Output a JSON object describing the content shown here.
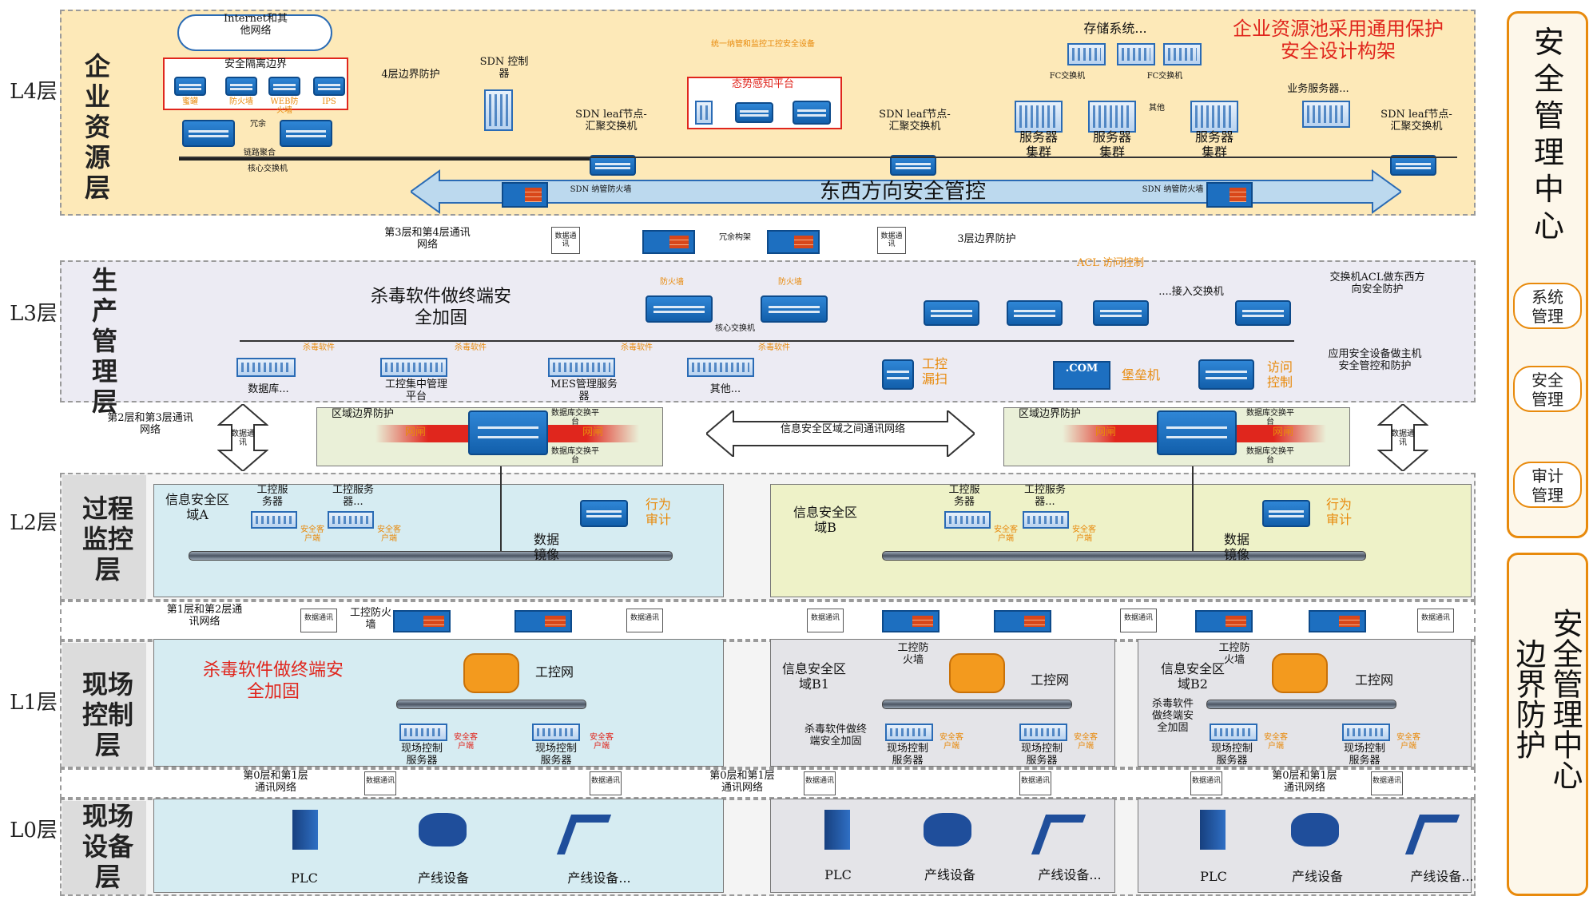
{
  "title_partial": "",
  "colors": {
    "l4_bg": "#fde9b8",
    "l3_bg": "#ecebf3",
    "l2_a_bg": "#d6ecf2",
    "l2_b_bg": "#eef2c8",
    "l1_bg": "#d6ecf2",
    "accent_red": "#e0261d",
    "accent_orange": "#e88a0c",
    "device_blue": "#1d6fc0"
  },
  "layers": {
    "l4": {
      "id": "L4层",
      "name": "企业资源层"
    },
    "l3": {
      "id": "L3层",
      "name": "生产管理层"
    },
    "l2": {
      "id": "L2层",
      "name": "过程监控层"
    },
    "l1": {
      "id": "L1层",
      "name": "现场控制层"
    },
    "l0": {
      "id": "L0层",
      "name": "现场设备层"
    }
  },
  "l4": {
    "internet": "Internet和其他网络",
    "isolation_title": "安全隔离边界",
    "isolation_items": [
      "蜜罐",
      "防火墙",
      "WEB防火墙",
      "IPS"
    ],
    "boundary4": "4层边界防护",
    "redundant": "冗余",
    "link_agg": "链路聚合",
    "core_switch": "核心交换机",
    "sdn_controller": "SDN 控制器",
    "sdn_leaf_1": "SDN leaf节点-汇聚交换机",
    "sdn_leaf_2": "SDN leaf节点-汇聚交换机",
    "sdn_leaf_3": "SDN leaf节点-汇聚交换机",
    "unified": "统一纳管和监控工控安全设备",
    "situation": "态势感知平台",
    "storage": "存储系统...",
    "fc1": "FC交换机",
    "fc2": "FC交换机",
    "other": "其他",
    "cluster1": "服务器集群",
    "cluster2": "服务器集群",
    "cluster3": "服务器集群",
    "biz_server": "业务服务器...",
    "red_note": "企业资源池采用通用保护安全设计构架",
    "ew_control": "东西方向安全管控",
    "sdn_fw1": "SDN 纳管防火墙",
    "sdn_fw2": "SDN 纳管防火墙"
  },
  "l34": {
    "net_label": "第3层和第4层通讯网络",
    "data_comm": "数据通讯",
    "redundant_arch": "冗余构架",
    "boundary3": "3层边界防护"
  },
  "l3": {
    "av": "杀毒软件做终端安全加固",
    "acl": "ACL 访问控制",
    "fw1": "防火墙",
    "fw2": "防火墙",
    "core": "核心交换机",
    "access_sw": "....接入交换机",
    "acl_note": "交换机ACL做东西方向安全防护",
    "app_note": "应用安全设备做主机安全管控和防护",
    "servers": [
      "数据库...",
      "工控集中管理平台",
      "MES管理服务器",
      "其他..."
    ],
    "av_soft": "杀毒软件",
    "scan": "工控漏扫",
    "bastion": "堡垒机",
    "bastion_com": ".COM",
    "access_ctrl": "访问控制"
  },
  "l23": {
    "net_label": "第2层和第3层通讯网络",
    "region_a": "区域边界防护",
    "region_b": "区域边界防护",
    "gateway": "网闸",
    "db_exchange": "数据库交换平台",
    "between": "信息安全区域之间通讯网络"
  },
  "l2": {
    "zone_a": "信息安全区域A",
    "zone_b": "信息安全区域B",
    "ctrl_server": "工控服务器",
    "ctrl_server2": "工控服务器...",
    "sec_client": "安全客户端",
    "audit": "行为审计",
    "mirror": "数据镜像"
  },
  "l12": {
    "net_label": "第1层和第2层通讯网络",
    "ctrl_fw": "工控防火墙"
  },
  "l1": {
    "av": "杀毒软件做终端安全加固",
    "ics_net": "工控网",
    "zone_b1": "信息安全区域B1",
    "zone_b2": "信息安全区域B2",
    "av_b1": "杀毒软件做终端安全加固",
    "av_b2": "杀毒软件做终端安全加固",
    "field_server": "现场控制服务器",
    "sec_client": "安全客户端",
    "ctrl_fw": "工控防火墙"
  },
  "l01": {
    "net_label": "第0层和第1层通讯网络"
  },
  "l0": {
    "plc": "PLC",
    "line": "产线设备",
    "line_more": "产线设备...",
    "line_more2": "产线设备..."
  },
  "right": {
    "smc_title": "安全管理中心",
    "sys": "系统管理",
    "sec": "安全管理",
    "audit": "审计管理",
    "boundary_title": "安全管理中心边界防护"
  }
}
